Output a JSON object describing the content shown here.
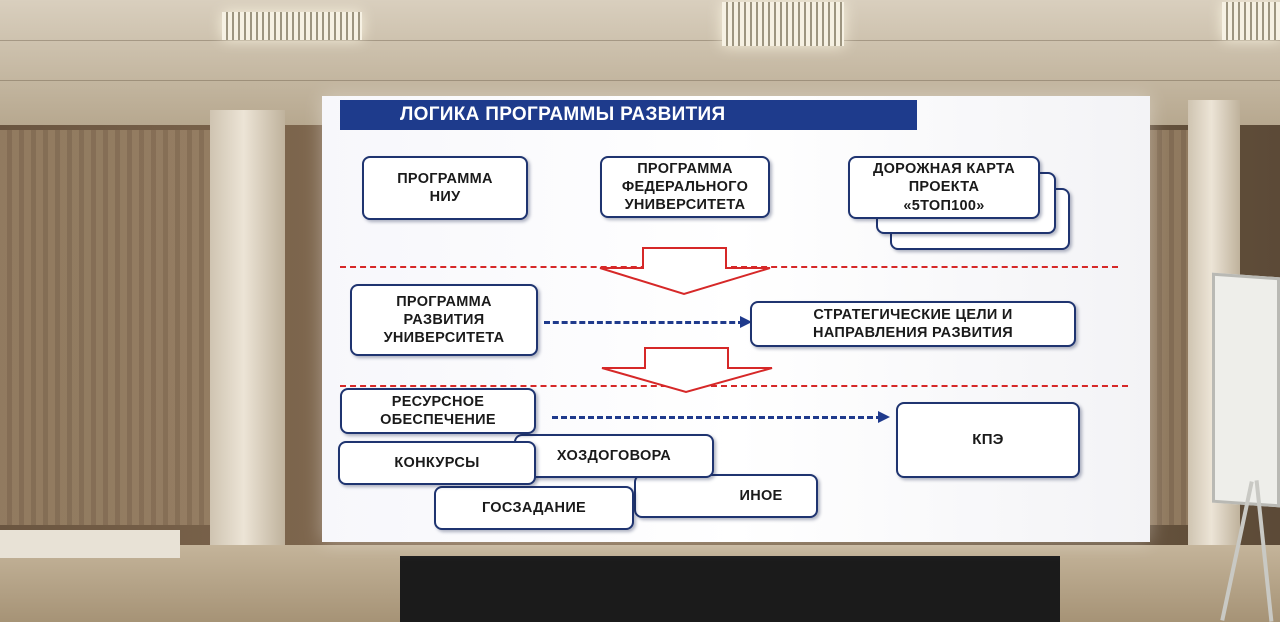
{
  "slide": {
    "title": "ЛОГИКА ПРОГРАММЫ РАЗВИТИЯ",
    "row1": {
      "niu": "ПРОГРАММА\nНИУ",
      "federal": "ПРОГРАММА\nФЕДЕРАЛЬНОГО\nУНИВЕРСИТЕТА",
      "roadmap": "ДОРОЖНАЯ КАРТА\nПРОЕКТА\n«5ТОП100»"
    },
    "row2": {
      "program": "ПРОГРАММА\nРАЗВИТИЯ\nУНИВЕРСИТЕТА",
      "goals": "СТРАТЕГИЧЕСКИЕ ЦЕЛИ И\nНАПРАВЛЕНИЯ РАЗВИТИЯ"
    },
    "row3": {
      "resources": "РЕСУРСНОЕ\nОБЕСПЕЧЕНИЕ",
      "contracts": "ХОЗДОГОВОРА",
      "competitions": "КОНКУРСЫ",
      "other": "ИНОЕ",
      "state_task": "ГОСЗАДАНИЕ",
      "kpe": "КПЭ"
    },
    "colors": {
      "title_bg": "#1e3b8c",
      "box_border": "#1f3470",
      "red_arrow": "#d62828",
      "blue_arrow": "#1f3a8c"
    }
  }
}
